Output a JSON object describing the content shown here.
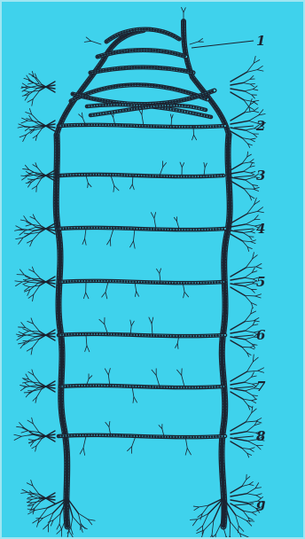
{
  "figure": {
    "labels": [
      "1",
      "2",
      "3",
      "4",
      "5",
      "6",
      "7",
      "8",
      "g"
    ],
    "colors": {
      "background": "#3fd2ec",
      "ink": "#1b2330"
    }
  }
}
